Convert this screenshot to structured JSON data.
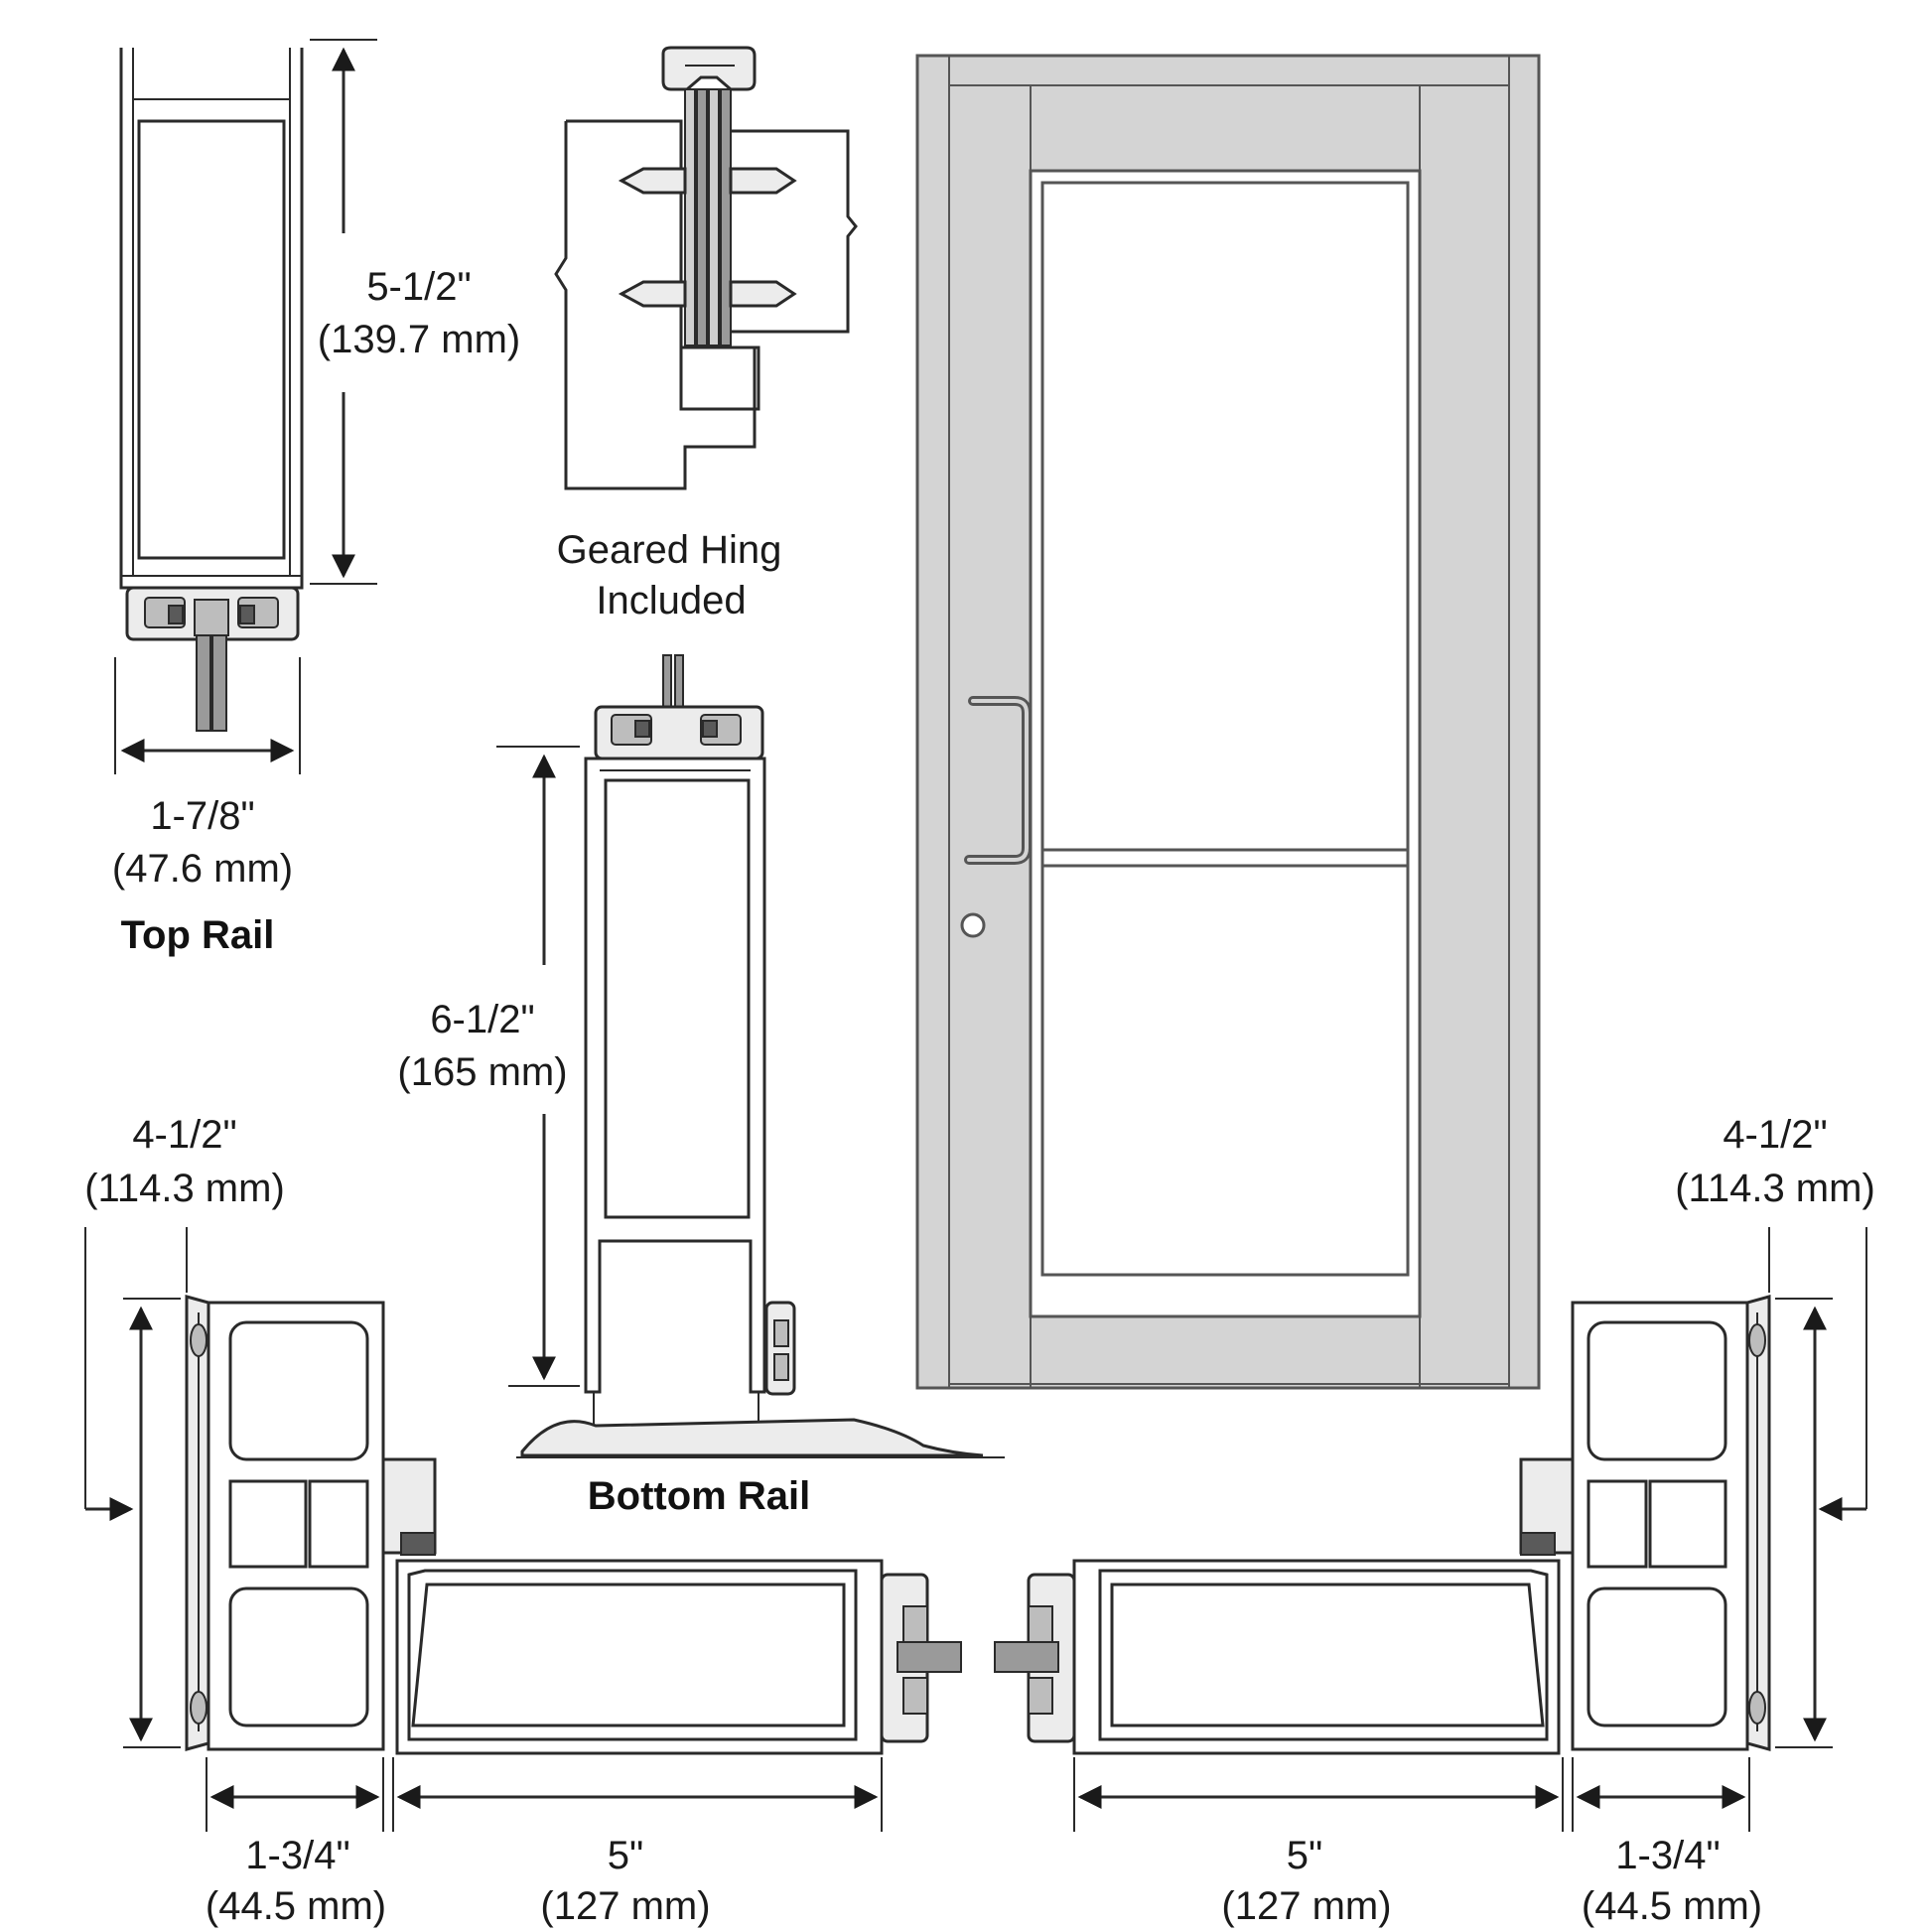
{
  "door": {
    "frame_color": "#d4d4d4",
    "glass_color": "#ffffff",
    "line_color": "#555555"
  },
  "top_rail": {
    "caption": "Top Rail",
    "height_in": "5-1/2\"",
    "height_mm": "(139.7 mm)",
    "width_in": "1-7/8\"",
    "width_mm": "(47.6 mm)"
  },
  "hinge": {
    "label_line1": "Geared Hing",
    "label_line2": "Included"
  },
  "bottom_rail": {
    "caption": "Bottom Rail",
    "height_in": "6-1/2\"",
    "height_mm": "(165 mm)"
  },
  "left_stile": {
    "height_in": "4-1/2\"",
    "height_mm": "(114.3 mm)",
    "frame_width_in": "1-3/4\"",
    "frame_width_mm": "(44.5 mm)",
    "stile_width_in": "5\"",
    "stile_width_mm": "(127 mm)"
  },
  "right_stile": {
    "height_in": "4-1/2\"",
    "height_mm": "(114.3 mm)",
    "frame_width_in": "1-3/4\"",
    "frame_width_mm": "(44.5 mm)",
    "stile_width_in": "5\"",
    "stile_width_mm": "(127 mm)"
  }
}
